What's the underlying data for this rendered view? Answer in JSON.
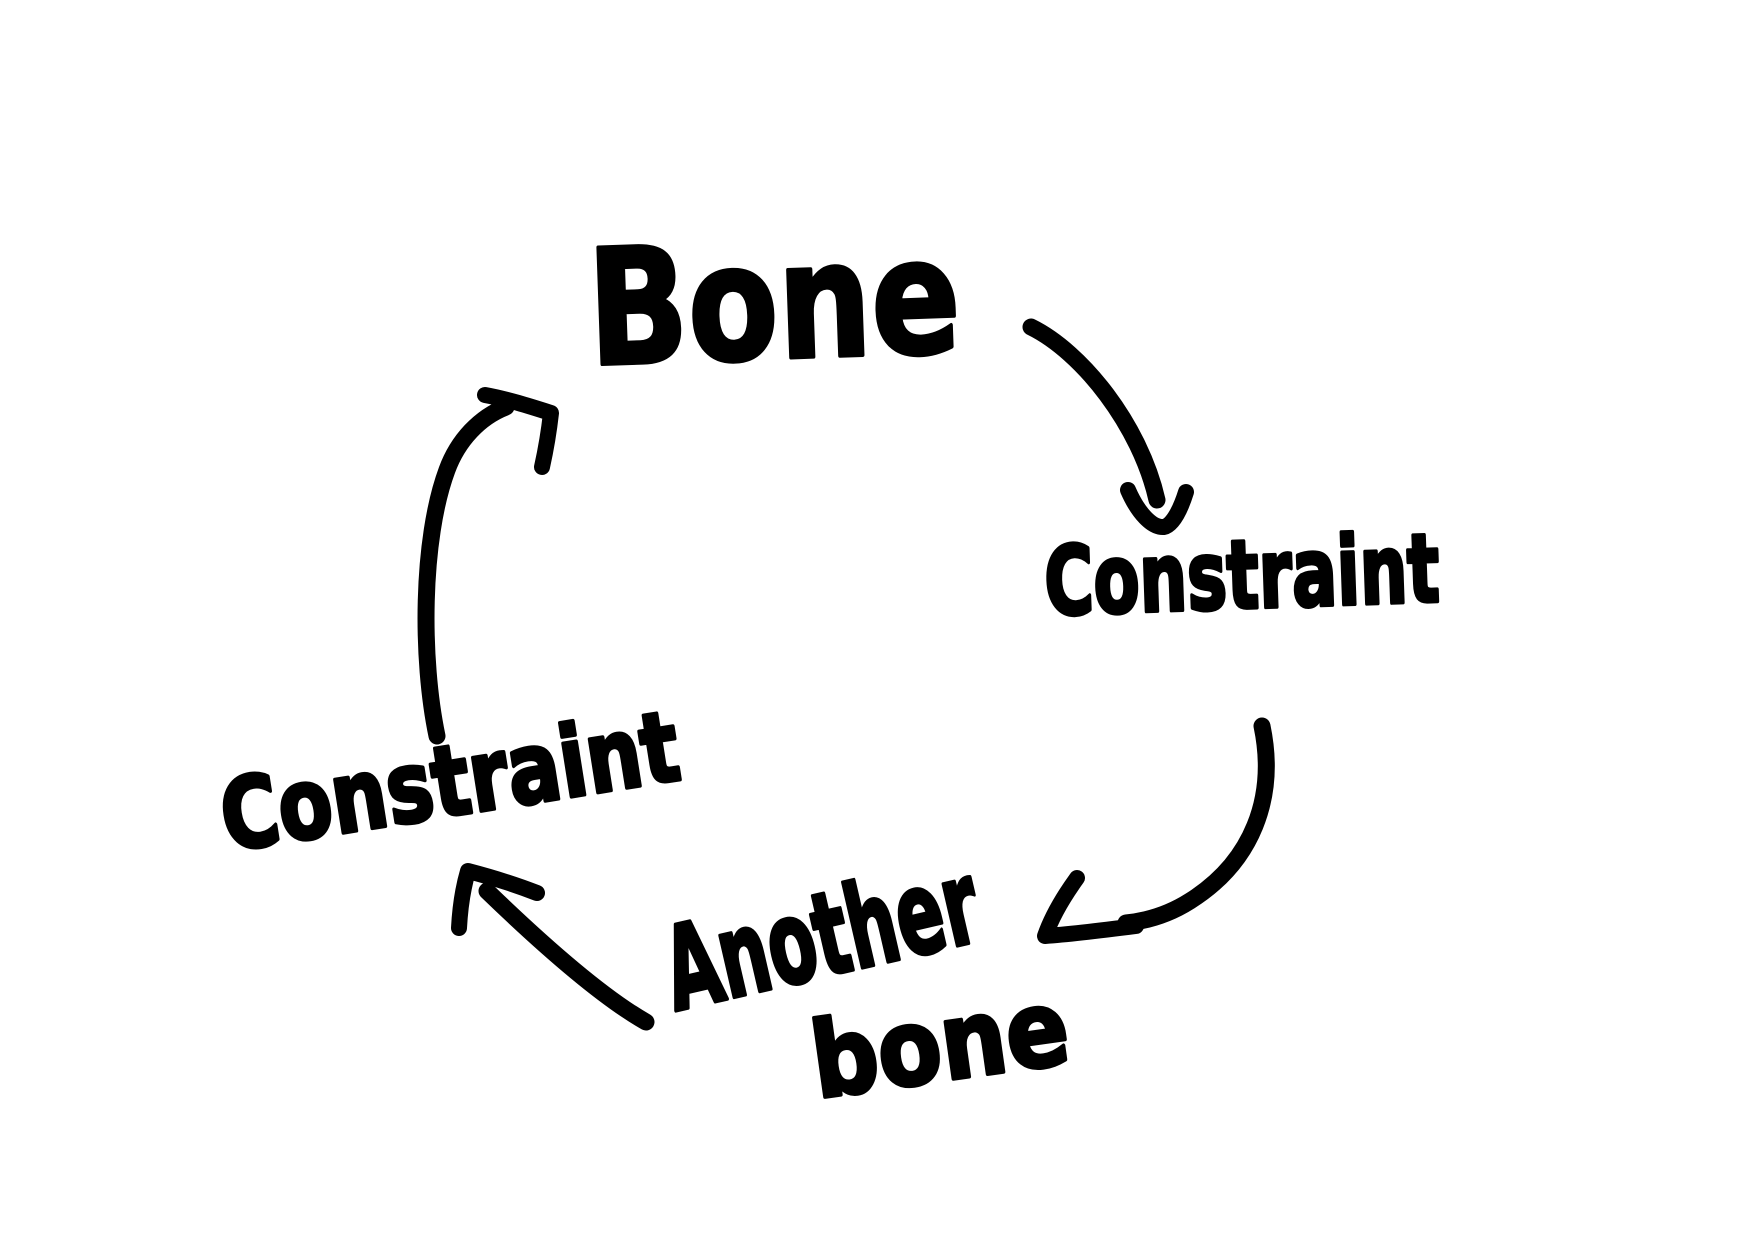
{
  "diagram": {
    "background_color": "#ffffff",
    "ink_color": "#000000",
    "style": "hand-drawn marker sketch, cyclic diagram",
    "nodes": [
      {
        "id": "bone",
        "label": "Bone"
      },
      {
        "id": "constraint-right",
        "label": "Constraint"
      },
      {
        "id": "another-bone",
        "label_line1": "Another",
        "label_line2": "bone"
      },
      {
        "id": "constraint-left",
        "label": "Constraint"
      }
    ],
    "edges": [
      {
        "from": "bone",
        "to": "constraint-right",
        "direction": "down-right curved arrow"
      },
      {
        "from": "constraint-right",
        "to": "another-bone",
        "direction": "down-left curved arrow"
      },
      {
        "from": "another-bone",
        "to": "constraint-left",
        "direction": "up-left curved arrow"
      },
      {
        "from": "constraint-left",
        "to": "bone",
        "direction": "up curved arrow"
      }
    ]
  }
}
